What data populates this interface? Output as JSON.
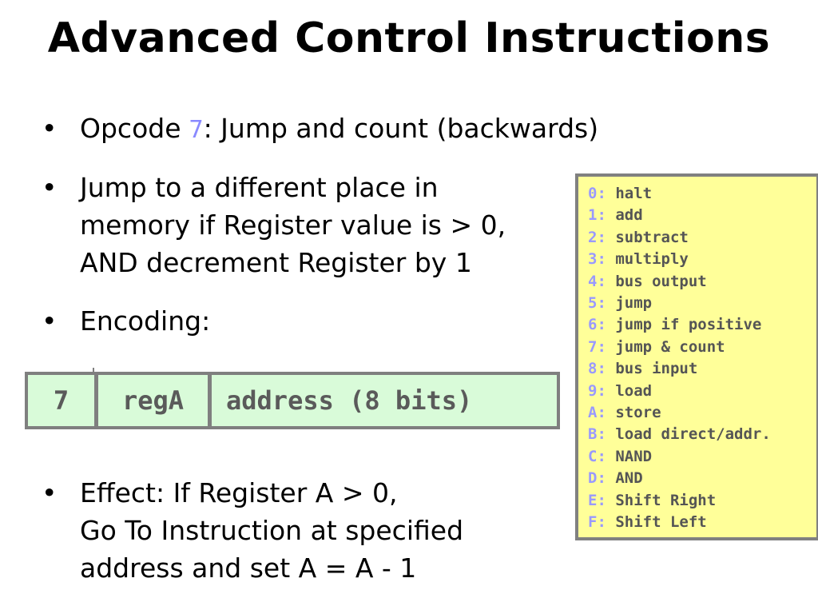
{
  "title": "Advanced Control Instructions",
  "bullets": {
    "b1": {
      "bullet": "•",
      "prefix": "Opcode",
      "code": "7",
      "suffix": ": Jump and count (backwards)"
    },
    "b2": {
      "bullet": "•",
      "lines": [
        "Jump to a different place in",
        "memory if Register value is > 0,",
        "AND decrement Register by 1"
      ]
    },
    "b3": {
      "bullet": "•",
      "text": "Encoding:"
    },
    "b4": {
      "bullet": "•",
      "lines": [
        "Effect: If Register A > 0,",
        "Go To Instruction at specified",
        "address and set A = A - 1"
      ]
    }
  },
  "encoding": {
    "cells": [
      "7",
      "regA",
      "address (8 bits)"
    ],
    "colors": {
      "background": "#d9fbd9",
      "border": "#7f7f7f"
    }
  },
  "opcodes": {
    "colors": {
      "background": "#ffff99",
      "code": "#9999ff",
      "text": "#555555"
    },
    "items": [
      {
        "code": "0:",
        "name": "halt"
      },
      {
        "code": "1:",
        "name": "add"
      },
      {
        "code": "2:",
        "name": "subtract"
      },
      {
        "code": "3:",
        "name": "multiply"
      },
      {
        "code": "4:",
        "name": "bus output"
      },
      {
        "code": "5:",
        "name": "jump"
      },
      {
        "code": "6:",
        "name": "jump if positive"
      },
      {
        "code": "7:",
        "name": "jump & count"
      },
      {
        "code": "8:",
        "name": "bus input"
      },
      {
        "code": "9:",
        "name": "load"
      },
      {
        "code": "A:",
        "name": "store"
      },
      {
        "code": "B:",
        "name": "load direct/addr."
      },
      {
        "code": "C:",
        "name": "NAND"
      },
      {
        "code": "D:",
        "name": "AND"
      },
      {
        "code": "E:",
        "name": "Shift Right"
      },
      {
        "code": "F:",
        "name": "Shift Left"
      }
    ]
  }
}
